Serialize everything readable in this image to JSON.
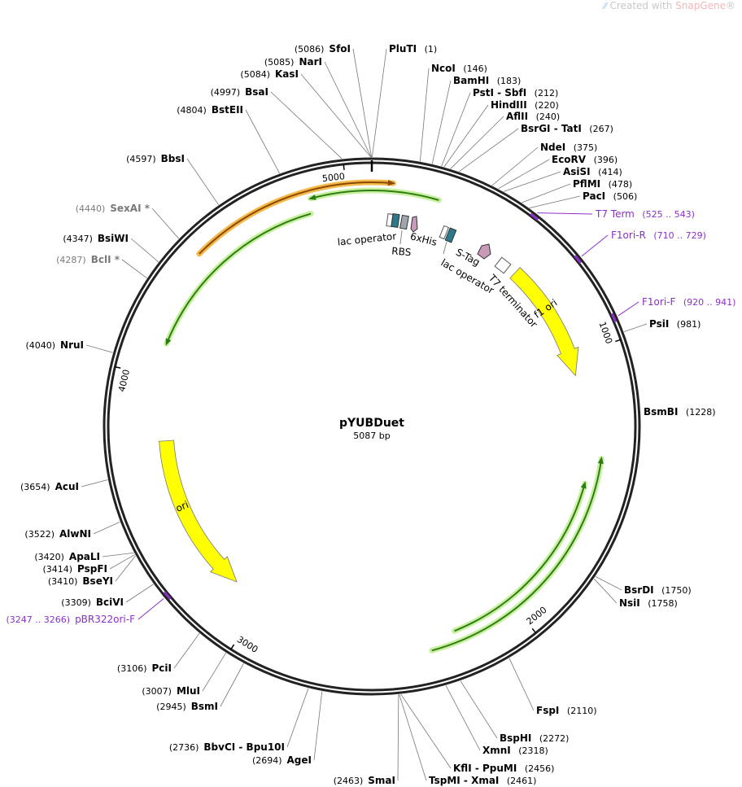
{
  "credit": {
    "prefix": "Created with ",
    "brand": "SnapGene",
    "reg": "®"
  },
  "plasmid": {
    "name": "pYUBDuet",
    "length_label": "5087 bp",
    "length_bp": 5087
  },
  "ticks": [
    "1000",
    "2000",
    "3000",
    "4000",
    "5000"
  ],
  "enzymes": [
    {
      "name": "SfoI",
      "pos": "5086",
      "bp": 5086
    },
    {
      "name": "NarI",
      "pos": "5085",
      "bp": 5085
    },
    {
      "name": "KasI",
      "pos": "5084",
      "bp": 5084
    },
    {
      "name": "BsaI",
      "pos": "4997",
      "bp": 4997
    },
    {
      "name": "BstEII",
      "pos": "4804",
      "bp": 4804
    },
    {
      "name": "PluTI",
      "pos": "1",
      "bp": 1
    },
    {
      "name": "NcoI",
      "pos": "146",
      "bp": 146
    },
    {
      "name": "BamHI",
      "pos": "183",
      "bp": 183
    },
    {
      "name": "PstI - SbfI",
      "pos": "212",
      "bp": 212
    },
    {
      "name": "HindIII",
      "pos": "220",
      "bp": 220
    },
    {
      "name": "AflII",
      "pos": "240",
      "bp": 240
    },
    {
      "name": "BsrGI - TatI",
      "pos": "267",
      "bp": 267
    },
    {
      "name": "NdeI",
      "pos": "375",
      "bp": 375
    },
    {
      "name": "EcoRV",
      "pos": "396",
      "bp": 396
    },
    {
      "name": "AsiSI",
      "pos": "414",
      "bp": 414
    },
    {
      "name": "PflMI",
      "pos": "478",
      "bp": 478
    },
    {
      "name": "PacI",
      "pos": "506",
      "bp": 506
    },
    {
      "name": "PsiI",
      "pos": "981",
      "bp": 981
    },
    {
      "name": "BsmBI",
      "pos": "1228",
      "bp": 1228
    },
    {
      "name": "BsrDI",
      "pos": "1750",
      "bp": 1750
    },
    {
      "name": "NsiI",
      "pos": "1758",
      "bp": 1758
    },
    {
      "name": "FspI",
      "pos": "2110",
      "bp": 2110
    },
    {
      "name": "BspHI",
      "pos": "2272",
      "bp": 2272
    },
    {
      "name": "XmnI",
      "pos": "2318",
      "bp": 2318
    },
    {
      "name": "KflI - PpuMI",
      "pos": "2456",
      "bp": 2456
    },
    {
      "name": "TspMI - XmaI",
      "pos": "2461",
      "bp": 2461
    },
    {
      "name": "SmaI",
      "pos": "2463",
      "bp": 2463
    },
    {
      "name": "AgeI",
      "pos": "2694",
      "bp": 2694
    },
    {
      "name": "BbvCI - Bpu10I",
      "pos": "2736",
      "bp": 2736
    },
    {
      "name": "BsmI",
      "pos": "2945",
      "bp": 2945
    },
    {
      "name": "MluI",
      "pos": "3007",
      "bp": 3007
    },
    {
      "name": "PciI",
      "pos": "3106",
      "bp": 3106
    },
    {
      "name": "BciVI",
      "pos": "3309",
      "bp": 3309
    },
    {
      "name": "BseYI",
      "pos": "3410",
      "bp": 3410
    },
    {
      "name": "PspFI",
      "pos": "3414",
      "bp": 3414
    },
    {
      "name": "ApaLI",
      "pos": "3420",
      "bp": 3420
    },
    {
      "name": "AlwNI",
      "pos": "3522",
      "bp": 3522
    },
    {
      "name": "AcuI",
      "pos": "3654",
      "bp": 3654
    },
    {
      "name": "NruI",
      "pos": "4040",
      "bp": 4040
    },
    {
      "name": "BclI",
      "pos": "4287",
      "bp": 4287,
      "suffix": "*",
      "grey": true
    },
    {
      "name": "BsiWI",
      "pos": "4347",
      "bp": 4347
    },
    {
      "name": "SexAI",
      "pos": "4440",
      "bp": 4440,
      "suffix": "*",
      "grey": true
    },
    {
      "name": "BbsI",
      "pos": "4597",
      "bp": 4597
    }
  ],
  "primers": [
    {
      "name": "T7 Term",
      "range": "525 .. 543",
      "bp": 534
    },
    {
      "name": "F1ori-R",
      "range": "710 .. 729",
      "bp": 720
    },
    {
      "name": "F1ori-F",
      "range": "920 .. 941",
      "bp": 930
    },
    {
      "name": "pBR322ori-F",
      "range": "3247 .. 3266",
      "bp": 3256
    }
  ],
  "features": {
    "f1_ori": "f1 ori",
    "ori": "ori",
    "lac_operator_1": "lac operator",
    "rbs": "RBS",
    "his": "6xHis",
    "stag": "S-Tag",
    "lac_operator_2": "lac operator",
    "t7_terminator": "T7 terminator"
  },
  "colors": {
    "backbone": "#222222",
    "orange": "#f0a020",
    "green": "#2e7d12",
    "greenGlow": "#c8f0a0",
    "yellow": "#ffff00",
    "primer": "#8b2fc9",
    "teal": "#2b7a8c",
    "pink": "#c99ab8"
  }
}
